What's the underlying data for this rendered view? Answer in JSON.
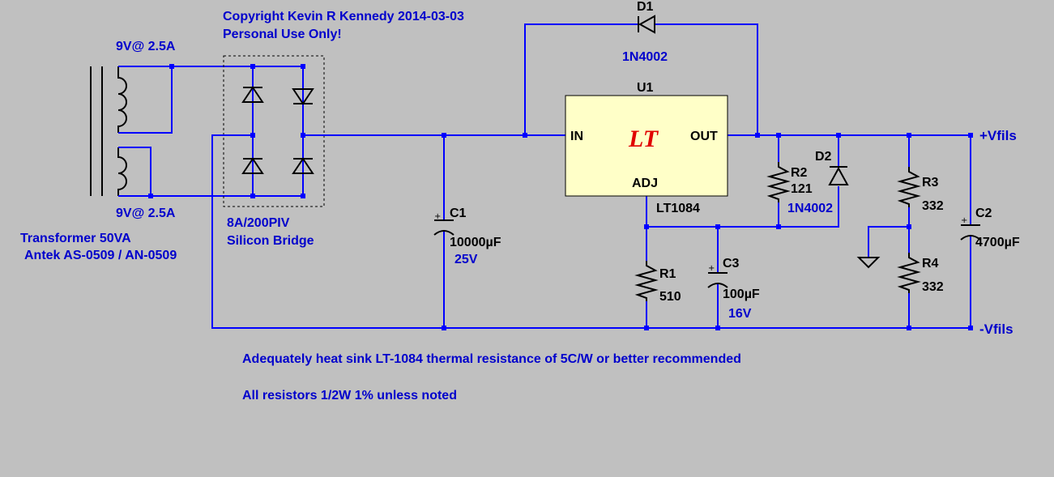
{
  "copyright": {
    "line1": "Copyright Kevin R Kennedy 2014-03-03",
    "line2": "Personal Use Only!"
  },
  "transformer": {
    "primary_top": "9V@ 2.5A",
    "primary_bottom": "9V@ 2.5A",
    "title": "Transformer 50VA",
    "model": "Antek AS-0509 / AN-0509"
  },
  "bridge": {
    "rating": "8A/200PIV",
    "type": "Silicon Bridge"
  },
  "regulator": {
    "ref": "U1",
    "part": "LT1084",
    "pin_in": "IN",
    "pin_out": "OUT",
    "pin_adj": "ADJ",
    "logo_text": "LT"
  },
  "components": {
    "d1": {
      "ref": "D1",
      "value": "1N4002"
    },
    "d2": {
      "ref": "D2",
      "value": "1N4002"
    },
    "c1": {
      "ref": "C1",
      "value": "10000µF",
      "voltage": "25V"
    },
    "c2": {
      "ref": "C2",
      "value": "4700µF"
    },
    "c3": {
      "ref": "C3",
      "value": "100µF",
      "voltage": "16V"
    },
    "r1": {
      "ref": "R1",
      "value": "510"
    },
    "r2": {
      "ref": "R2",
      "value": "121"
    },
    "r3": {
      "ref": "R3",
      "value": "332"
    },
    "r4": {
      "ref": "R4",
      "value": "332"
    }
  },
  "nets": {
    "positive": "+Vfils",
    "negative": "-Vfils"
  },
  "notes": {
    "heatsink": "Adequately heat sink LT-1084 thermal resistance of 5C/W or better recommended",
    "resistors": "All resistors 1/2W 1% unless noted"
  },
  "colors": {
    "background": "#c0c0c0",
    "wire": "#0000ff",
    "regulator_fill": "#ffffc8",
    "logo": "#e00000"
  }
}
